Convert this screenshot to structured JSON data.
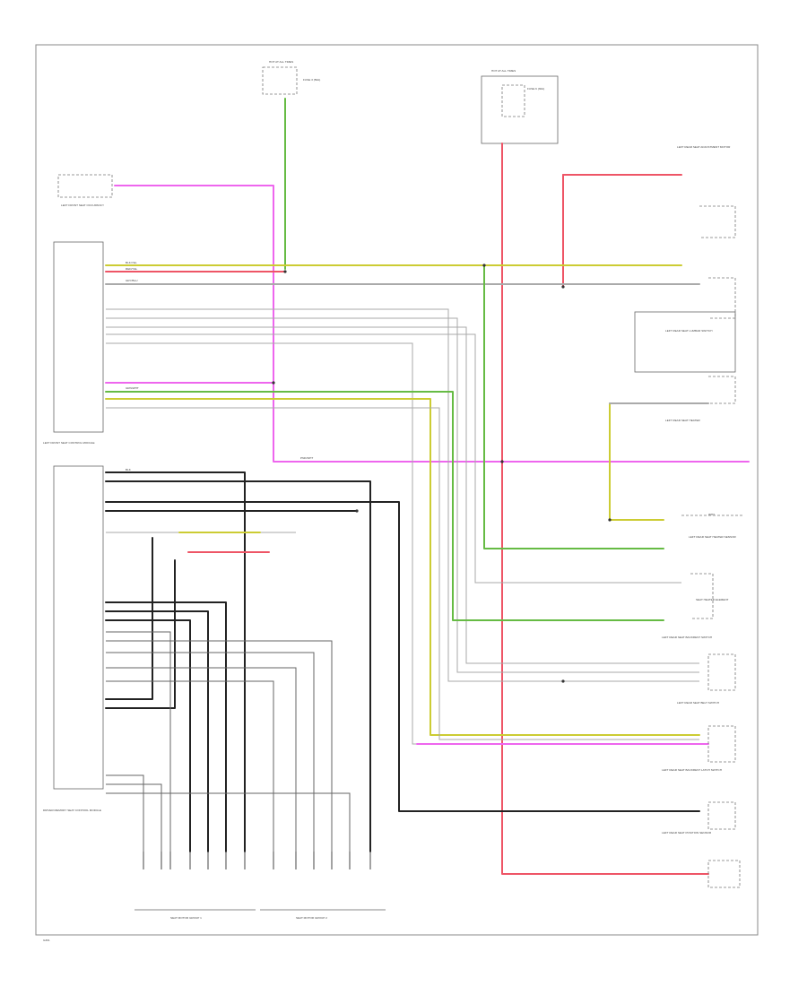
{
  "diagram": {
    "components": {
      "hot_at_all_times_left": "HOT AT ALL TIMES",
      "hot_at_all_times_right": "HOT AT ALL TIMES",
      "fuse_left": "FUSE 3 (50A)",
      "fuse_right": "FUSE 6 (30A)",
      "left_front_seat_occupancy": "LEFT FRONT SEAT OCCUPANCY",
      "left_front_seat_module": "LEFT FRONT SEAT CONTROL MODULE",
      "driver_memory_module": "DRIVER MEMORY SEAT CONTROL MODULE",
      "left_rear_seat_lumbar": "LEFT REAR SEAT LUMBAR SWITCH",
      "left_rear_seat_heater": "LEFT REAR SEAT HEATER",
      "left_rear_seat_heater_sensor": "LEFT REAR SEAT HEATER SENSOR",
      "left_rear_seat_backrest": "LEFT REAR SEAT BACKREST SWITCH",
      "left_rear_seat_belt_switch": "LEFT REAR SEAT BELT SWITCH",
      "left_rear_seat_backrest_latch": "LEFT REAR SEAT BACKREST LATCH SWITCH",
      "left_rear_adjustment": "LEFT REAR SEAT ADJUSTMENT MOTOR",
      "left_rear_position_sensor": "LEFT REAR SEAT POSITION SENSOR",
      "seat_heater_element": "SEAT HEATER ELEMENT",
      "motor_group_1": "SEAT MOTOR GROUP 1",
      "motor_group_2": "SEAT MOTOR GROUP 2",
      "ground_label": "G301"
    },
    "wire_labels": {
      "pink": "PNK/WHT",
      "red": "RED/YEL",
      "yellow": "BLK/YEL",
      "green": "GRN/WHT",
      "black": "BLK",
      "grey": "GRY/BLU",
      "wht": "WHT"
    },
    "colors": {
      "pink": "#ee66ee",
      "red": "#ee5566",
      "yellow": "#cccc33",
      "green": "#66bb44",
      "black": "#222222",
      "grey": "#aaaaaa",
      "brown": "#b08a40",
      "frame": "#666666"
    }
  }
}
